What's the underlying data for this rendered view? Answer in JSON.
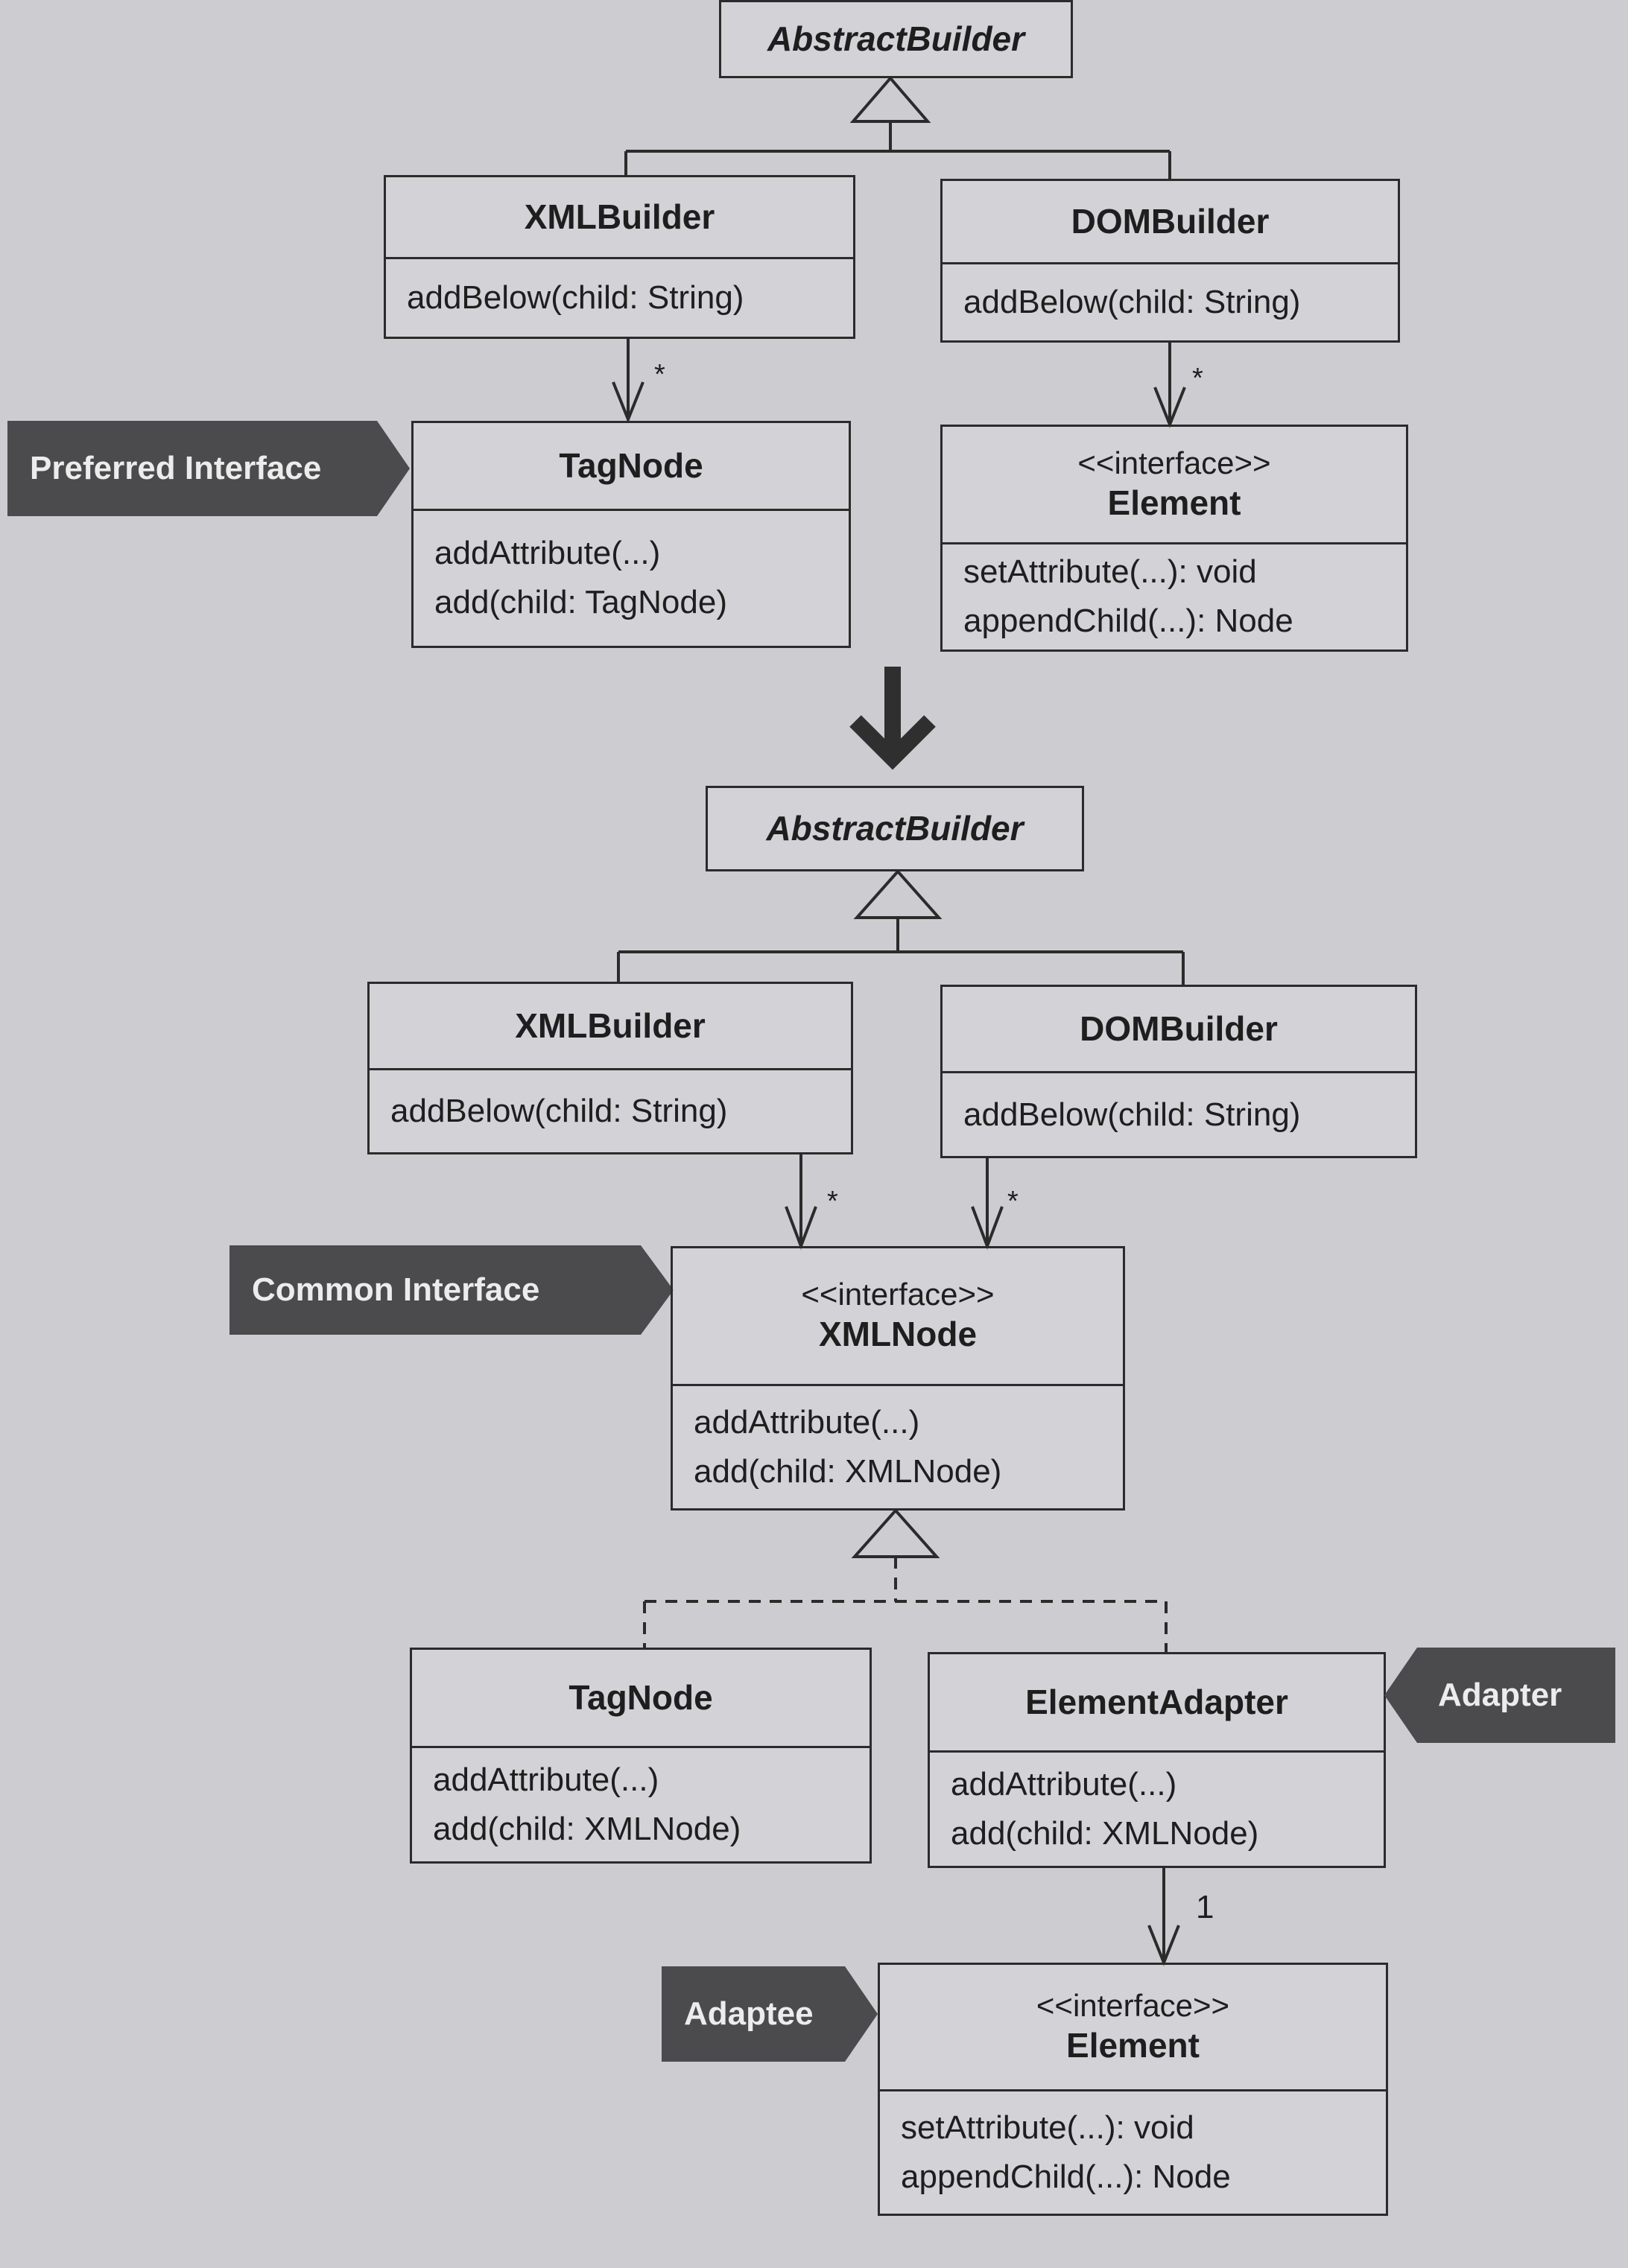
{
  "top": {
    "abstract_builder": "AbstractBuilder",
    "xml_builder": {
      "name": "XMLBuilder",
      "ops": [
        "addBelow(child: String)"
      ]
    },
    "dom_builder": {
      "name": "DOMBuilder",
      "ops": [
        "addBelow(child: String)"
      ]
    },
    "tag_node": {
      "name": "TagNode",
      "ops": [
        "addAttribute(...)",
        "add(child: TagNode)"
      ]
    },
    "element": {
      "stereotype": "<<interface>>",
      "name": "Element",
      "ops": [
        "setAttribute(...): void",
        "appendChild(...): Node"
      ]
    },
    "preferred_label": "Preferred Interface",
    "mult_xml_tag": "*",
    "mult_dom_element": "*"
  },
  "bottom": {
    "abstract_builder": "AbstractBuilder",
    "xml_builder": {
      "name": "XMLBuilder",
      "ops": [
        "addBelow(child: String)"
      ]
    },
    "dom_builder": {
      "name": "DOMBuilder",
      "ops": [
        "addBelow(child: String)"
      ]
    },
    "xml_node": {
      "stereotype": "<<interface>>",
      "name": "XMLNode",
      "ops": [
        "addAttribute(...)",
        "add(child: XMLNode)"
      ]
    },
    "tag_node": {
      "name": "TagNode",
      "ops": [
        "addAttribute(...)",
        "add(child: XMLNode)"
      ]
    },
    "element_adapter": {
      "name": "ElementAdapter",
      "ops": [
        "addAttribute(...)",
        "add(child: XMLNode)"
      ]
    },
    "element": {
      "stereotype": "<<interface>>",
      "name": "Element",
      "ops": [
        "setAttribute(...): void",
        "appendChild(...): Node"
      ]
    },
    "common_label": "Common Interface",
    "adapter_label": "Adapter",
    "adaptee_label": "Adaptee",
    "mult_xml_xmlnode": "*",
    "mult_dom_xmlnode": "*",
    "mult_adapter_element": "1"
  },
  "colors": {
    "background": "#cdcdd1",
    "line": "#2b2b2b",
    "tag_fill": "#4b4b4d",
    "tag_text": "#ececec"
  }
}
